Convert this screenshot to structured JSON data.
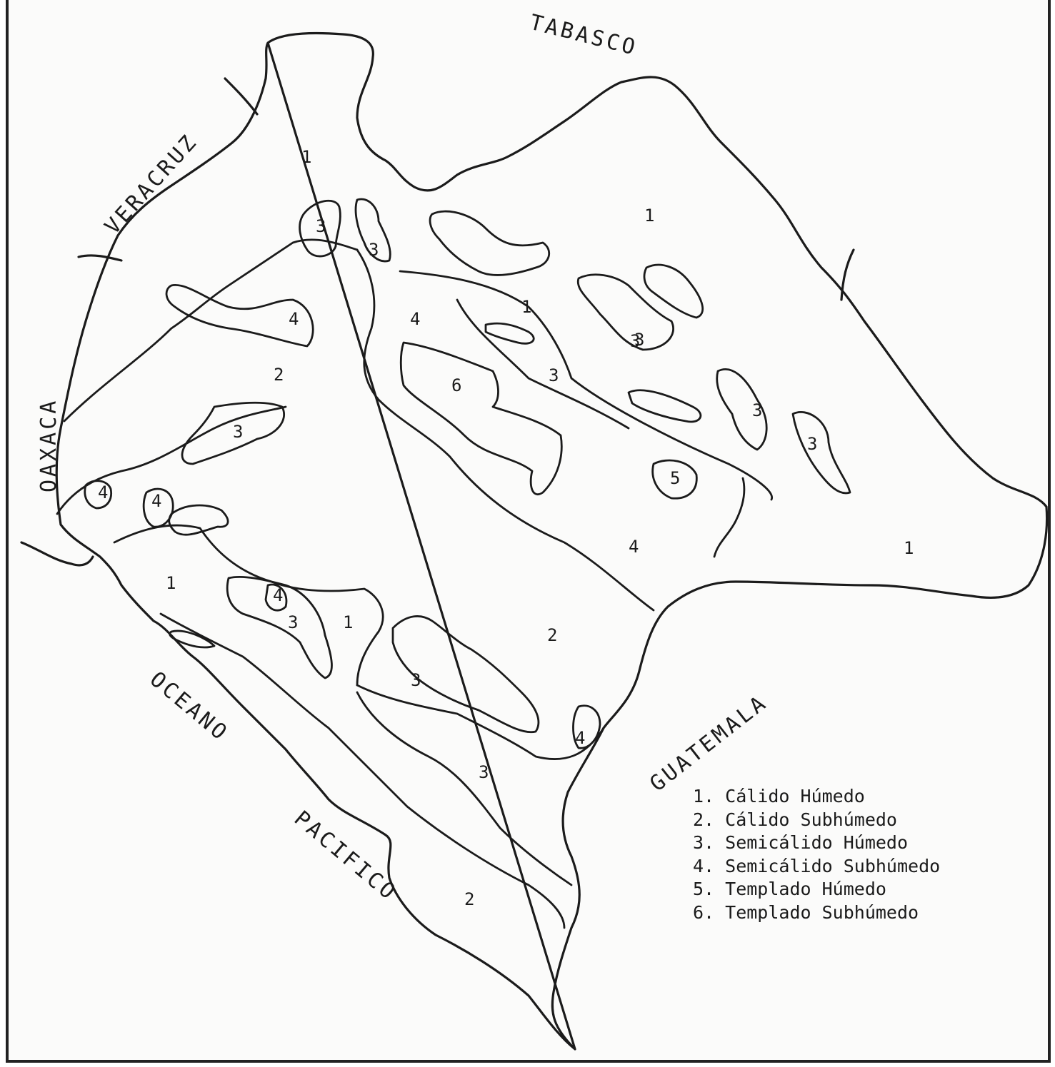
{
  "map": {
    "places": {
      "tabasco": "TABASCO",
      "veracruz": "VERACRUZ",
      "oaxaca": "OAXACA",
      "guatemala": "GUATEMALA",
      "oceano": "OCEANO",
      "pacifico": "PACIFICO"
    },
    "zone_numbers": [
      "1",
      "1",
      "1",
      "1",
      "1",
      "1",
      "2",
      "2",
      "2",
      "3",
      "3",
      "3",
      "3",
      "3",
      "3",
      "3",
      "3",
      "3",
      "3",
      "3",
      "4",
      "4",
      "4",
      "4",
      "4",
      "4",
      "4",
      "5",
      "6"
    ],
    "legend": [
      "1. Cálido Húmedo",
      "2. Cálido Subhúmedo",
      "3. Semicálido Húmedo",
      "4. Semicálido Subhúmedo",
      "5. Templado Húmedo",
      "6. Templado Subhúmedo"
    ],
    "colors": {
      "ink": "#1b1b1b",
      "paper": "#fbfbfa"
    }
  }
}
